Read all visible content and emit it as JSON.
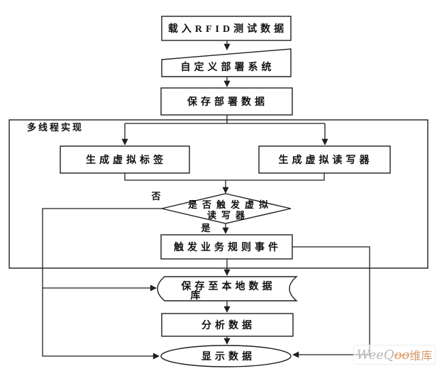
{
  "diagram": {
    "title_implicit": "RFID测试流程图",
    "nodes": {
      "load": {
        "label": "载入RFID测试数据",
        "shape": "rect"
      },
      "custom_deploy": {
        "label": "自定义部署系统",
        "shape": "manual-input"
      },
      "save_deploy": {
        "label": "保存部署数据",
        "shape": "rect"
      },
      "multithread_container": {
        "label": "多线程实现",
        "shape": "container-rect"
      },
      "gen_tags": {
        "label": "生成虚拟标签",
        "shape": "rect"
      },
      "gen_readers": {
        "label": "生成虚拟读写器",
        "shape": "rect"
      },
      "decision": {
        "label_line1": "是否触发虚拟",
        "label_line2": "读写器",
        "shape": "diamond"
      },
      "trigger_rules": {
        "label": "触发业务规则事件",
        "shape": "rect"
      },
      "save_local": {
        "label_line1": "保存至本地数据",
        "label_line2": "库",
        "shape": "stored-data"
      },
      "analyze": {
        "label": "分析数据",
        "shape": "rect"
      },
      "display": {
        "label": "显示数据",
        "shape": "ellipse"
      }
    },
    "edge_labels": {
      "yes": "是",
      "no": "否"
    },
    "colors": {
      "line": "#1f1f1f",
      "node_fill": "#ffffff",
      "background": "#ffffff"
    }
  },
  "watermark": {
    "brand_latin": "WeeQ",
    "brand_oo": "oo",
    "brand_cn": "维库",
    "gray": "#b9b9b9",
    "orange": "#e09a62"
  }
}
